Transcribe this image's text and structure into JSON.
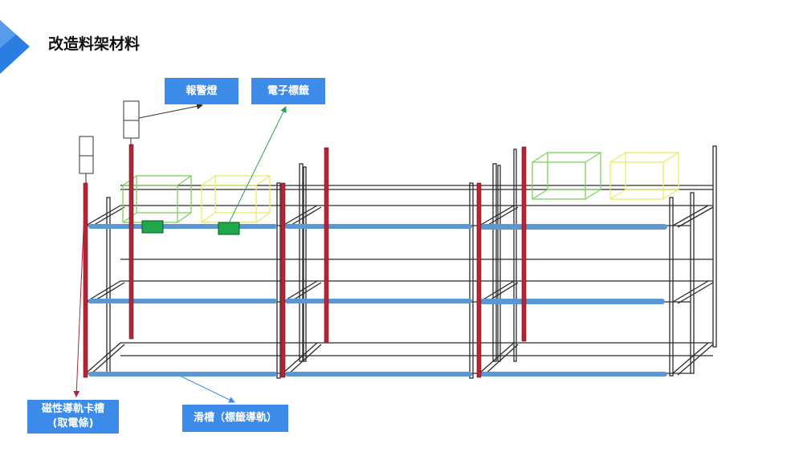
{
  "title": "改造料架材料",
  "labels": {
    "alarm_light": "報警燈",
    "e_tag": "電子標籤",
    "magnetic_rail_line1": "磁性導軌卡槽",
    "magnetic_rail_line2": "(取電條)",
    "slide_groove": "滑槽（標籤導軌）"
  },
  "colors": {
    "accent": "#3d8be8",
    "corner_triangle": "#2a7de1",
    "frame": "#2b2b2b",
    "red_rail": "#b32636",
    "blue_rail": "#5a97d4",
    "e_tag": "#1ea84a",
    "bin_green": "#7cd35c",
    "bin_yellow": "#eaea66",
    "arrow": "#333333"
  },
  "icons": {
    "alarm_light": "tower-light-icon",
    "e_tag": "electronic-tag-icon"
  }
}
